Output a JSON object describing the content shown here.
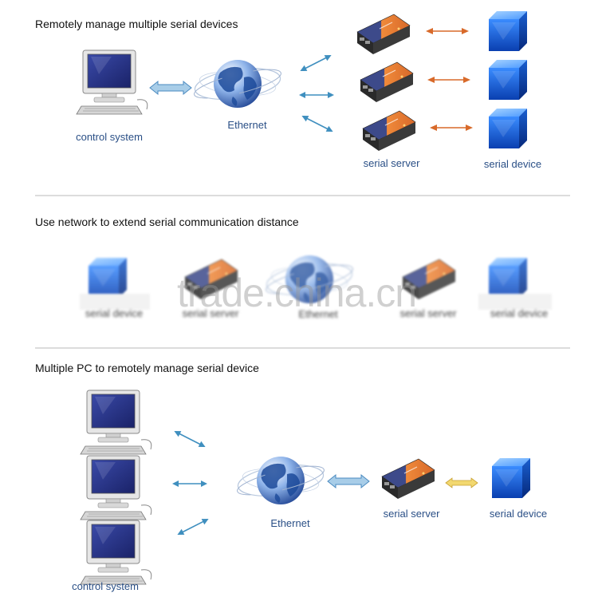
{
  "sections": [
    {
      "heading": "Remotely manage multiple serial devices",
      "labels": {
        "pc": "control system",
        "globe": "Ethernet",
        "server": "serial server",
        "device": "serial device"
      }
    },
    {
      "heading": "Use network to extend serial communication distance",
      "labels": {
        "device_left": "serial device",
        "server_left": "serial server",
        "globe": "Ethernet",
        "server_right": "serial server",
        "device_right": "serial device"
      }
    },
    {
      "heading": "Multiple PC to remotely manage serial device",
      "labels": {
        "pc": "control system",
        "globe": "Ethernet",
        "server": "serial server",
        "device": "serial device"
      }
    }
  ],
  "watermark": "trade.china.cn",
  "colors": {
    "label": "#2a4f86",
    "arrow_blue": "#3f8fbf",
    "arrow_orange": "#d86a2a",
    "cube": "#1560d8",
    "server": "#e8782a"
  }
}
